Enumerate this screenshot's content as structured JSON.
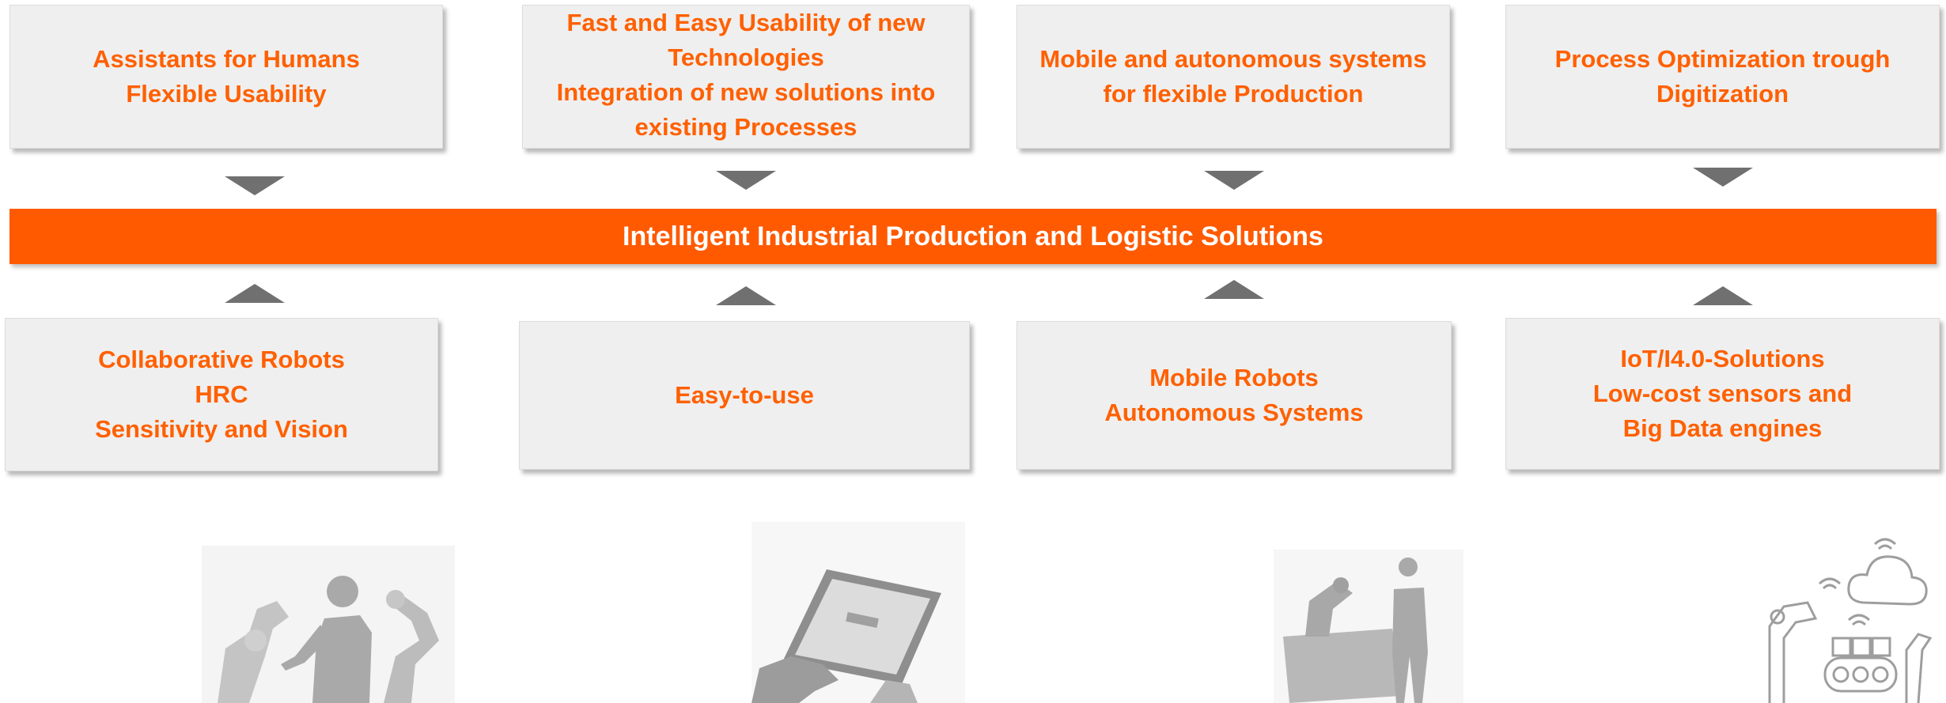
{
  "top_boxes": [
    {
      "lines": [
        "Assistants for Humans",
        "Flexible Usability"
      ]
    },
    {
      "lines": [
        "Fast and Easy Usability of new",
        "Technologies",
        "Integration of new solutions into",
        "existing Processes"
      ]
    },
    {
      "lines": [
        "Mobile and autonomous systems",
        "for flexible Production"
      ]
    },
    {
      "lines": [
        "Process Optimization trough",
        "Digitization"
      ]
    }
  ],
  "center_band": {
    "label": "Intelligent Industrial Production and Logistic Solutions"
  },
  "bottom_boxes": [
    {
      "lines": [
        "Collaborative Robots",
        "HRC",
        "Sensitivity and Vision"
      ]
    },
    {
      "lines": [
        "Easy-to-use"
      ]
    },
    {
      "lines": [
        "Mobile Robots",
        "Autonomous Systems"
      ]
    },
    {
      "lines": [
        "IoT/I4.0-Solutions",
        "Low-cost sensors and",
        "Big Data engines"
      ]
    }
  ],
  "colors": {
    "accent": "#ff5a00",
    "box_text": "#ff6000",
    "box_fill": "#efefef",
    "arrow": "#707070",
    "illustration": "#b3b3b3"
  },
  "illustrations": [
    {
      "icon": "human-robot-collaboration-icon"
    },
    {
      "icon": "tablet-hand-icon"
    },
    {
      "icon": "mobile-robot-human-icon"
    },
    {
      "icon": "iot-factory-cloud-icon"
    }
  ]
}
